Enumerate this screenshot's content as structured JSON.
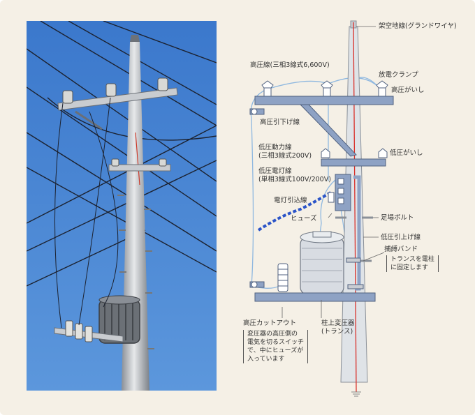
{
  "labels": {
    "ground_wire": "架空地線(グランドワイヤ)",
    "high_voltage_line": "高圧線(三相3線式6,600V)",
    "arc_clamp": "放電クランプ",
    "high_insulator_top": "高圧がいし",
    "high_drop_line": "高圧引下げ線",
    "low_power_line_1": "低圧動力線",
    "low_power_line_2": "(三相3線式200V)",
    "low_insulator": "低圧がいし",
    "low_light_line_1": "低圧電灯線",
    "low_light_line_2": "(単相3線式100V/200V)",
    "service_drop": "電灯引込線",
    "fuse": "ヒューズ",
    "step_bolt": "足場ボルト",
    "low_riser": "低圧引上げ線",
    "band": "捕縛バンド",
    "band_note": [
      "トランスを電柱",
      "に固定します"
    ],
    "cutout": "高圧カットアウト",
    "cutout_note": [
      "変圧器の高圧側の",
      "電気を切るスイッチ",
      "で、中にヒューズが",
      "入っています"
    ],
    "transformer_1": "柱上変圧器",
    "transformer_2": "(トランス)"
  },
  "colors": {
    "background": "#f5f0e6",
    "sky": "#3f7ed0",
    "crossarm": "#8ea2c4",
    "wire": "#8fb8e0",
    "ground_wire": "#d9302a"
  }
}
